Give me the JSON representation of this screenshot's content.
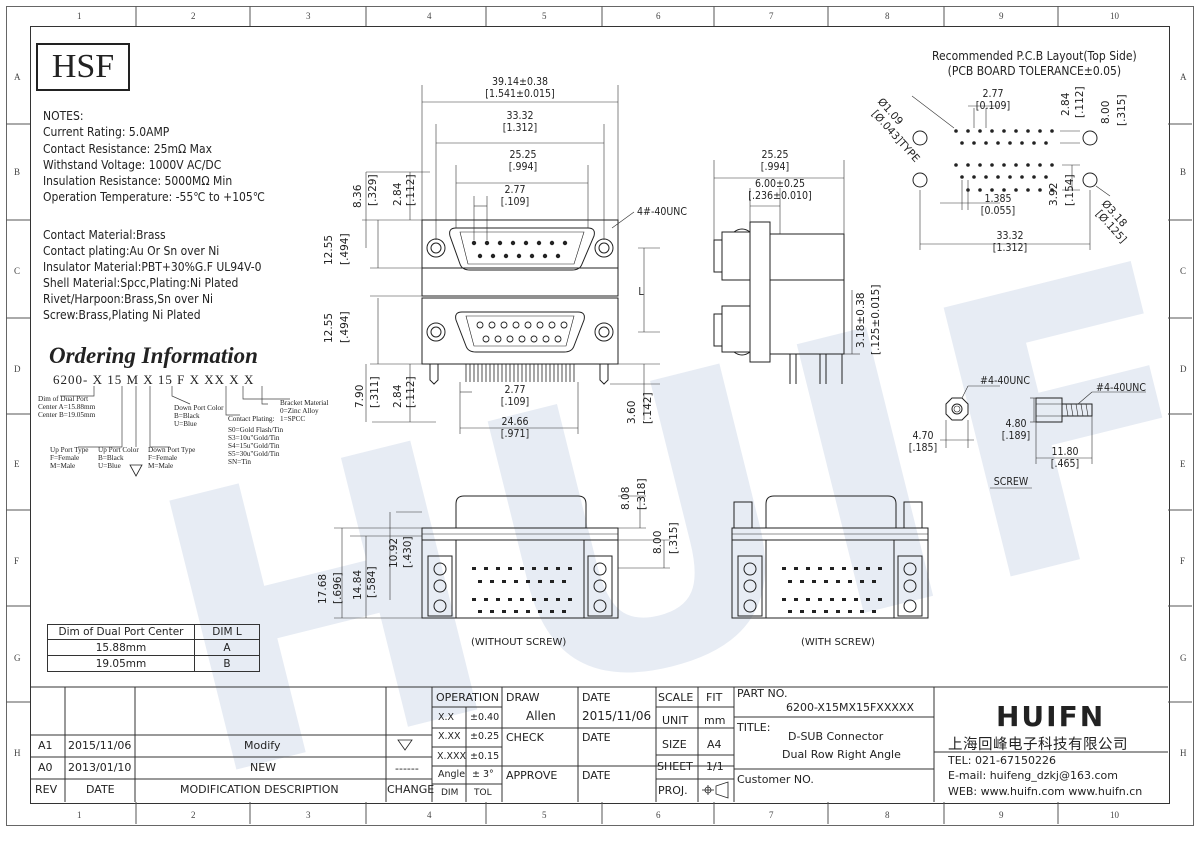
{
  "zones": {
    "cols": [
      "1",
      "2",
      "3",
      "4",
      "5",
      "6",
      "7",
      "8",
      "9",
      "10"
    ],
    "rows": [
      "A",
      "B",
      "C",
      "D",
      "E",
      "F",
      "G",
      "H"
    ]
  },
  "watermark": "HUIFN",
  "header": {
    "hsf": "HSF"
  },
  "notes": {
    "heading": "NOTES:",
    "lines": [
      "Current Rating: 5.0AMP",
      "Contact Resistance: 25mΩ Max",
      "Withstand Voltage: 1000V AC/DC",
      "Insulation Resistance: 5000MΩ Min",
      "Operation Temperature: -55℃ to +105℃"
    ]
  },
  "materials": [
    "Contact Material:Brass",
    "Contact plating:Au Or Sn over Ni",
    "Insulator Material:PBT+30%G.F UL94V-0",
    "Shell Material:Spcc,Plating:Ni Plated",
    "Rivet/Harpoon:Brass,Sn over Ni",
    "Screw:Brass,Plating Ni Plated"
  ],
  "ordering": {
    "title": "Ordering Information",
    "code": "6200- X 15 M X 15 F X XX X X",
    "dim": [
      "Dim of Dual Port",
      "Center A=15.88mm",
      "Center B=19.05mm"
    ],
    "down_color": [
      "Down Port Color",
      "B=Black",
      "U=Blue"
    ],
    "bracket": [
      "Bracket Material",
      "0=Zinc Alloy",
      "1=SPCC",
      ""
    ],
    "plating": [
      "Contact Plating:",
      "S0=Gold Flash/Tin",
      "S3=10u\"Gold/Tin",
      "S4=15u\"Gold/Tin",
      "S5=30u\"Gold/Tin",
      "SN=Tin",
      ""
    ],
    "up_type": [
      "Up Port Type",
      "F=Female",
      "M=Male"
    ],
    "up_color": [
      "Up Port Color",
      "B=Black",
      "U=Blue"
    ],
    "down_type": [
      "Down Port Type",
      "F=Female",
      "M=Male"
    ]
  },
  "dual_port": {
    "headers": [
      "Dim of Dual Port Center",
      "DIM L"
    ],
    "rows": [
      [
        "15.88mm",
        "A"
      ],
      [
        "19.05mm",
        "B"
      ]
    ]
  },
  "front": {
    "overall": "39.14±0.38",
    "overall_in": "[1.541±0.015]",
    "screw_pitch": "33.32",
    "screw_pitch_in": "[1.312]",
    "shell": "25.25",
    "shell_in": "[.994]",
    "pitch": "2.77",
    "pitch_in": "[.109]",
    "thread": "4#-40UNC",
    "L": "L",
    "pin_span": "24.66",
    "pin_span_in": "[.971]",
    "v1": "8.36",
    "v1_in": "[.329]",
    "v2": "2.84",
    "v2_in": "[.112]",
    "v3": "12.55",
    "v3_in": "[.494]",
    "v4": "7.90",
    "v4_in": "[.311]",
    "v5": "3.60",
    "v5_in": "[.142]"
  },
  "side": {
    "width": "25.25",
    "width_in": "[.994]",
    "offset": "6.00±0.25",
    "offset_in": "[.236±0.010]",
    "v": "3.18±0.38",
    "v_in": "[.125±0.015]"
  },
  "pcb": {
    "title": "Recommended P.C.B Layout(Top Side)",
    "subtitle": "(PCB BOARD TOLERANCE±0.05)",
    "hole_dia": "Ø1.09",
    "hole_dia_in": "[Ø.043]TYPE",
    "pitch": "2.77",
    "pitch_in": "[0.109]",
    "row": "2.84",
    "row_in": "[.112]",
    "offset": "8.00",
    "offset_in": "[.315]",
    "v2": "3.92",
    "v2_in": "[.154]",
    "mount": "Ø3.18",
    "mount_in": "[Ø.125]",
    "stagger": "1.385",
    "stagger_in": "[0.055]",
    "span": "33.32",
    "span_in": "[1.312]"
  },
  "screw": {
    "thread": "#4-40UNC",
    "a": "4.70",
    "a_in": "[.185]",
    "b": "4.80",
    "b_in": "[.189]",
    "c": "11.80",
    "c_in": "[.465]",
    "caption": "SCREW"
  },
  "bottom": {
    "h1": "17.68",
    "h1_in": "[.696]",
    "h2": "14.84",
    "h2_in": "[.584]",
    "h3": "10.92",
    "h3_in": "[.430]",
    "h4": "8.08",
    "h4_in": "[.318]",
    "h5": "8.00",
    "h5_in": "[.315]",
    "caption_without": "(WITHOUT SCREW)",
    "caption_with": "(WITH SCREW)"
  },
  "revisions": [
    {
      "rev": "A1",
      "date": "2015/11/06",
      "desc": "Modify",
      "change": ""
    },
    {
      "rev": "A0",
      "date": "2013/01/10",
      "desc": "NEW",
      "change": "------"
    }
  ],
  "tolerances": [
    {
      "k": "X.X",
      "v": "±0.40"
    },
    {
      "k": "X.XX",
      "v": "±0.25"
    },
    {
      "k": "X.XXX",
      "v": "±0.15"
    },
    {
      "k": "Angle",
      "v": "± 3°"
    }
  ],
  "title_block": {
    "rev_header": "REV",
    "date_header": "DATE",
    "mod_header": "MODIFICATION  DESCRIPTION",
    "change_header": "CHANGE",
    "operation": "OPERATION",
    "dim": "DIM",
    "tol": "TOL",
    "draw": "DRAW",
    "drawer": "Allen",
    "date": "DATE",
    "draw_date": "2015/11/06",
    "check": "CHECK",
    "approve": "APPROVE",
    "scale": "SCALE",
    "fit": "FIT",
    "unit": "UNIT",
    "unit_value": "mm",
    "size": "SIZE",
    "size_value": "A4",
    "sheet": "SHEET",
    "sheet_value": "1/1",
    "proj": "PROJ.",
    "part_no_label": "PART NO.",
    "part_no": "6200-X15MX15FXXXXX",
    "title_label": "TITLE:",
    "title_1": "D-SUB Connector",
    "title_2": "Dual Row Right Angle",
    "customer": "Customer NO."
  },
  "company": {
    "brand": "HUIFN",
    "name": "上海回峰电子科技有限公司",
    "tel": "TEL: 021-67150226",
    "email": "E-mail: huifeng_dzkj@163.com",
    "web": "WEB: www.huifn.com  www.huifn.cn"
  }
}
